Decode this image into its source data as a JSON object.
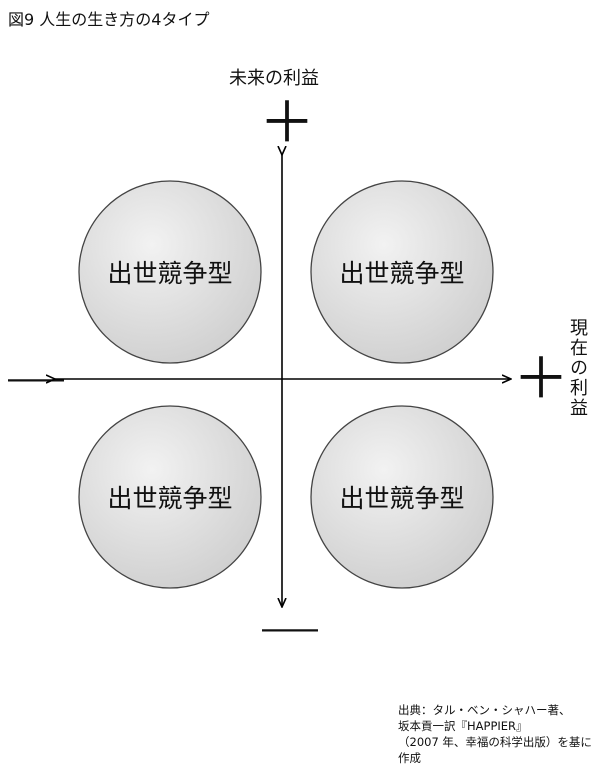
{
  "figure": {
    "title": "図9 人生の生き方の4タイプ",
    "axis_top_label": "未来の利益",
    "axis_right_label": "現在の利益",
    "sign_top": "＋",
    "sign_right": "＋",
    "sign_left": "―",
    "sign_bottom": "―"
  },
  "quadrants": [
    {
      "label": "出世競争型"
    },
    {
      "label": "出世競争型"
    },
    {
      "label": "出世競争型"
    },
    {
      "label": "出世競争型"
    }
  ],
  "source": {
    "line1": "出典：タル・ベン・シャハー著、",
    "line2": "坂本貢一訳『HAPPIER』",
    "line3": "（2007 年、幸福の科学出版）を基に作成"
  },
  "colors": {
    "circle_fill_light": "#f2f2f2",
    "circle_fill_dark": "#cfcfcf",
    "circle_stroke": "#444444",
    "axis": "#000000"
  }
}
